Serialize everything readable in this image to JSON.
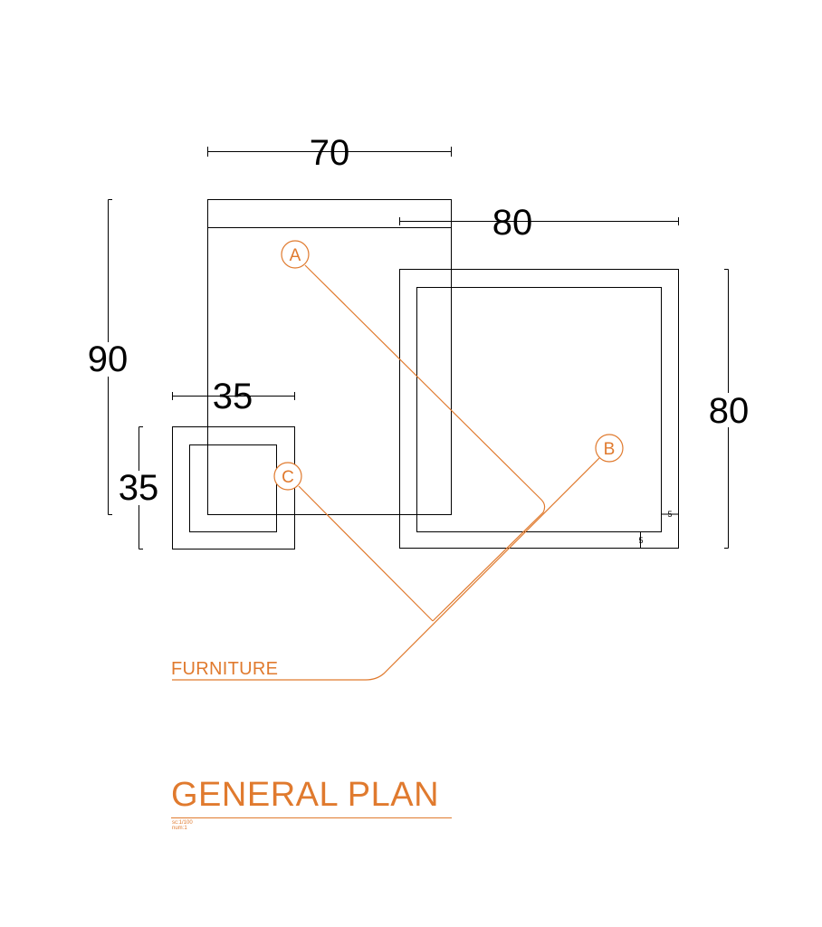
{
  "colors": {
    "line": "#000000",
    "accent": "#e07a2e"
  },
  "dimensions": {
    "table_width": "70",
    "table_depth": "90",
    "cabinet_width": "80",
    "cabinet_depth": "80",
    "stool_width": "35",
    "stool_depth": "35",
    "cabinet_inset_right": "5",
    "cabinet_inset_bottom": "5"
  },
  "tags": {
    "a": "A",
    "b": "B",
    "c": "C"
  },
  "leader_label": "FURNITURE",
  "title": {
    "text": "GENERAL PLAN",
    "scale": "sc:1/100",
    "number": "num:1"
  }
}
